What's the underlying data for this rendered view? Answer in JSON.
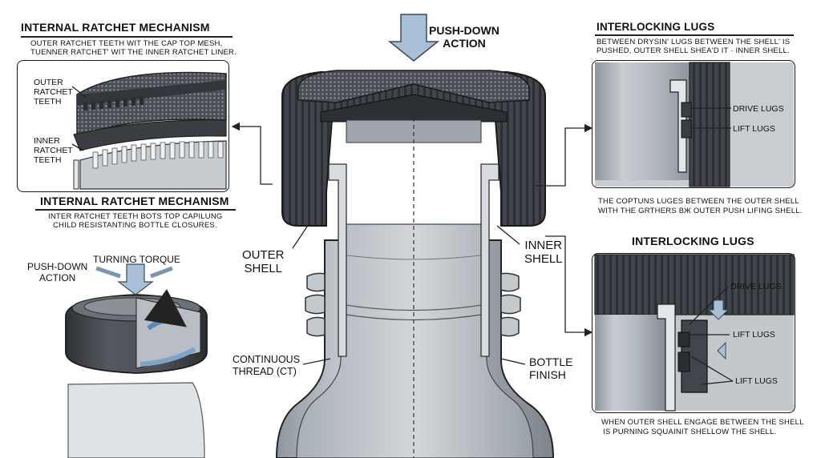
{
  "top_left": {
    "title": "INTERNAL RATCHET MECHANISM",
    "caption_line1": "OUTER RATCHET TEETH WIT THE CAP TOP MESH,",
    "caption_line2": "TUENNER RATCHET' WIT THE INNER RATCHET LINER.",
    "outer_teeth_label": [
      "OUTER",
      "RATCHET",
      "TEETH"
    ],
    "inner_teeth_label": [
      "INNER",
      "RATCHET",
      "TEETH"
    ]
  },
  "mid_left": {
    "title": "INTERNAL RATCHET MECHANISM",
    "caption_line1": "INTER RATCHET TEETH BOTS TOP CAPILUNG",
    "caption_line2": "CHILD RESISTANTING BOTTLE CLOSURES."
  },
  "small_cap": {
    "push_label": [
      "PUSH-DOWN",
      "ACTION"
    ],
    "torque_label": "TURNING TORQUE"
  },
  "center": {
    "push_label": [
      "PUSH-DOWN",
      "ACTION"
    ],
    "outer_shell": [
      "OUTER",
      "SHELL"
    ],
    "inner_shell": [
      "INNER",
      "SHELL"
    ],
    "thread": [
      "CONTINUOUS",
      "THREAD (CT)"
    ],
    "finish": [
      "BOTTLE",
      "FINISH"
    ]
  },
  "top_right": {
    "title": "INTERLOCKING LUGS",
    "caption_line1": "BETWEEN DRYSIN' LUGS BETWEEN THE SHELL' IS",
    "caption_line2": "PUSHED, OUTER SHELL SHEA'D IT · INNER SHELL.",
    "drive_lugs": "DRIVE LUGS",
    "lift_lugs": "LIFT LUGS",
    "note_line1": "THE COPTUNS LUGES BETWEEN THE OUTER SHELL",
    "note_line2": "WITH THE GRTHERS ВЖ OUTER PUSH LIFING SHELL."
  },
  "bottom_right": {
    "title": "INTERLOCKING LUGS",
    "drive_lugs": "DRIVE LUGS",
    "lift_lugs_1": "LIFT LUGS",
    "lift_lugs_2": "LIFT LUGS",
    "note_line1": "WHEN OUTER SHELL ENGAGE BETWEEN THE SHELL",
    "note_line2": "IS PURNING SQUAINIT SHELLOW THE SHELL."
  },
  "colors": {
    "cap_dark": "#3c3f44",
    "plastic": "#b9bec4",
    "arrow_blue": "#a9bfd6",
    "ink": "#111111"
  }
}
